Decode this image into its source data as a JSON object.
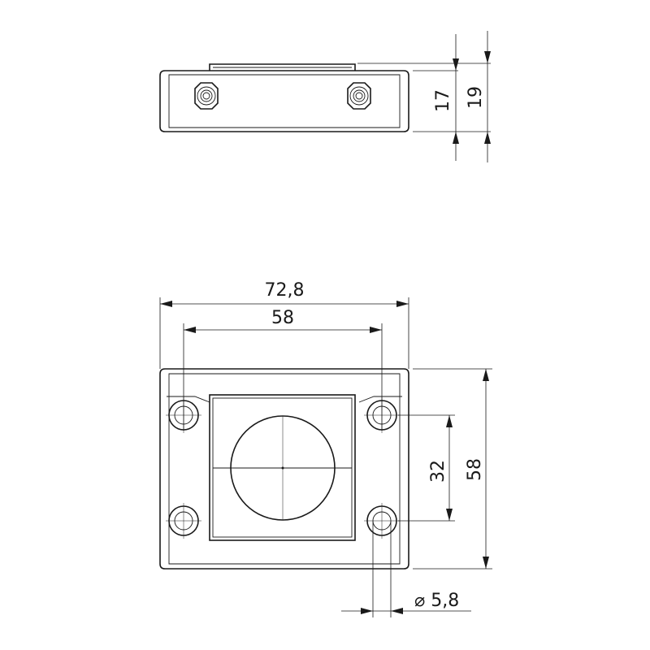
{
  "dimensions": {
    "overall_height": "19",
    "body_height": "17",
    "overall_width": "72,8",
    "hole_spacing_horizontal": "58",
    "overall_length_vertical": "58",
    "hole_spacing_vertical": "32",
    "hole_diameter": "⌀ 5,8"
  }
}
